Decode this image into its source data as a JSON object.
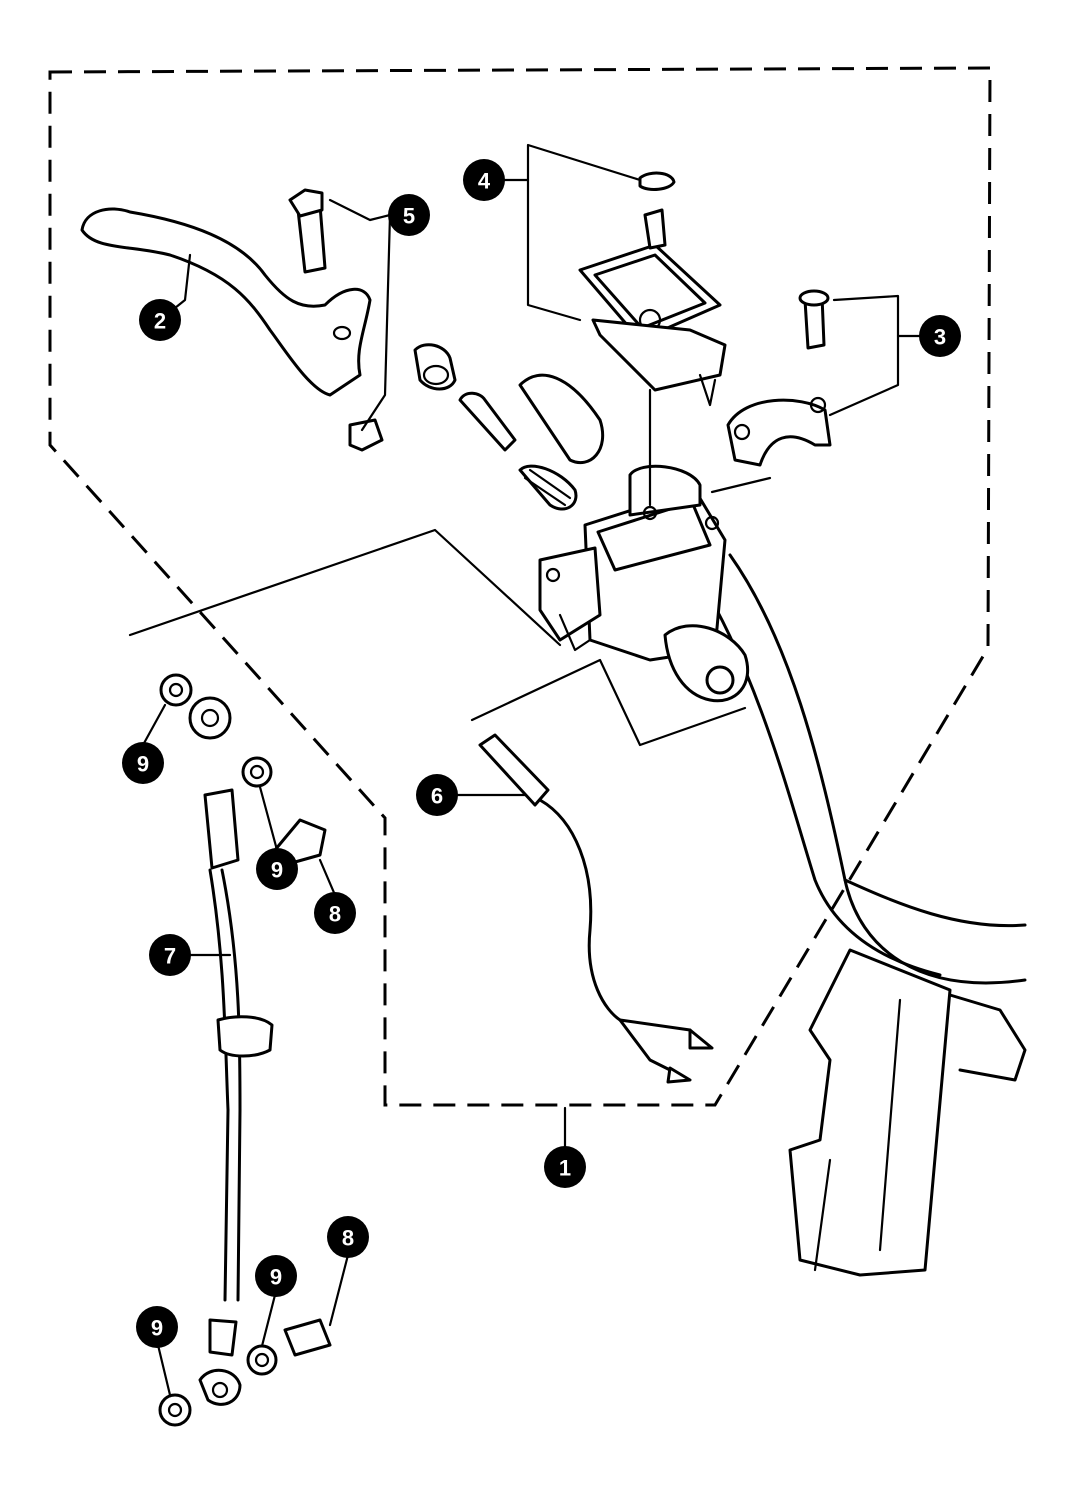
{
  "diagram": {
    "callouts": [
      "1",
      "2",
      "3",
      "4",
      "5",
      "6",
      "7",
      "8",
      "8",
      "9",
      "9",
      "9",
      "9"
    ]
  },
  "colors": {
    "line": "#000000",
    "background": "#ffffff",
    "callout_fill": "#000000",
    "callout_text": "#ffffff"
  }
}
